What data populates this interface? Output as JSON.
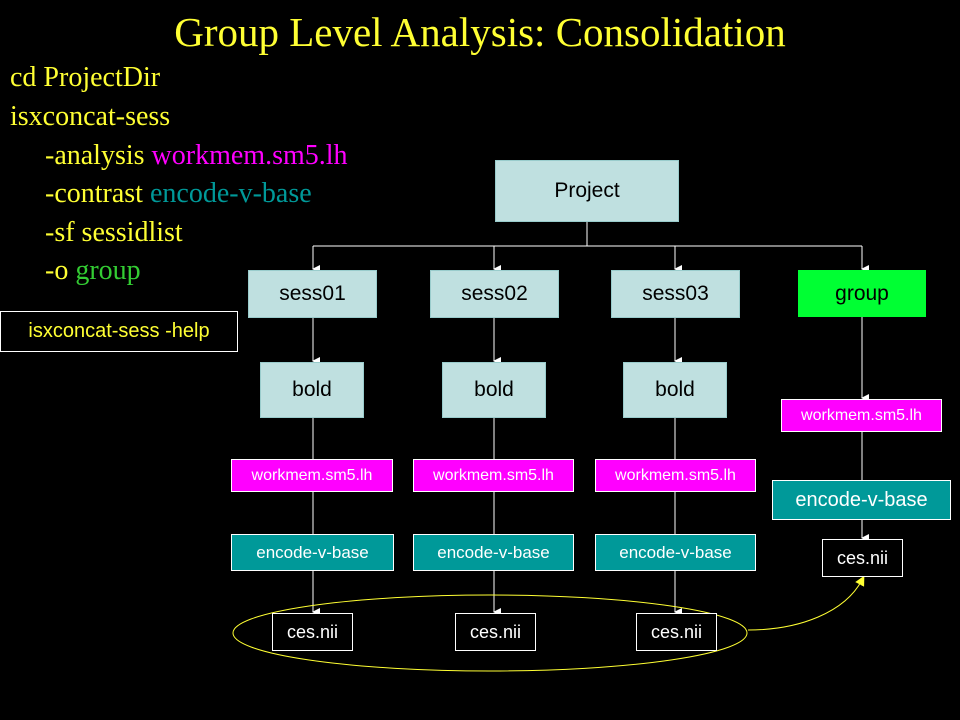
{
  "title": "Group Level Analysis: Consolidation",
  "command": {
    "line1": "cd ProjectDir",
    "line2": "isxconcat-sess",
    "analysis_flag": "-analysis ",
    "analysis_value": "workmem.sm5.lh",
    "contrast_flag": "-contrast ",
    "contrast_value": "encode-v-base",
    "sf": "-sf sessidlist",
    "o_flag": "-o ",
    "o_value": "group"
  },
  "help": "isxconcat-sess -help",
  "tree": {
    "root": "Project",
    "sessions": [
      {
        "name": "sess01",
        "bold": "bold",
        "analysis": "workmem.sm5.lh",
        "contrast": "encode-v-base",
        "file": "ces.nii"
      },
      {
        "name": "sess02",
        "bold": "bold",
        "analysis": "workmem.sm5.lh",
        "contrast": "encode-v-base",
        "file": "ces.nii"
      },
      {
        "name": "sess03",
        "bold": "bold",
        "analysis": "workmem.sm5.lh",
        "contrast": "encode-v-base",
        "file": "ces.nii"
      }
    ],
    "group": {
      "name": "group",
      "analysis": "workmem.sm5.lh",
      "contrast": "encode-v-base",
      "file": "ces.nii"
    }
  },
  "colors": {
    "title": "#ffff33",
    "analysis": "#ff00ff",
    "contrast": "#009999",
    "group": "#00ff33",
    "session": "#bfe0e0"
  }
}
